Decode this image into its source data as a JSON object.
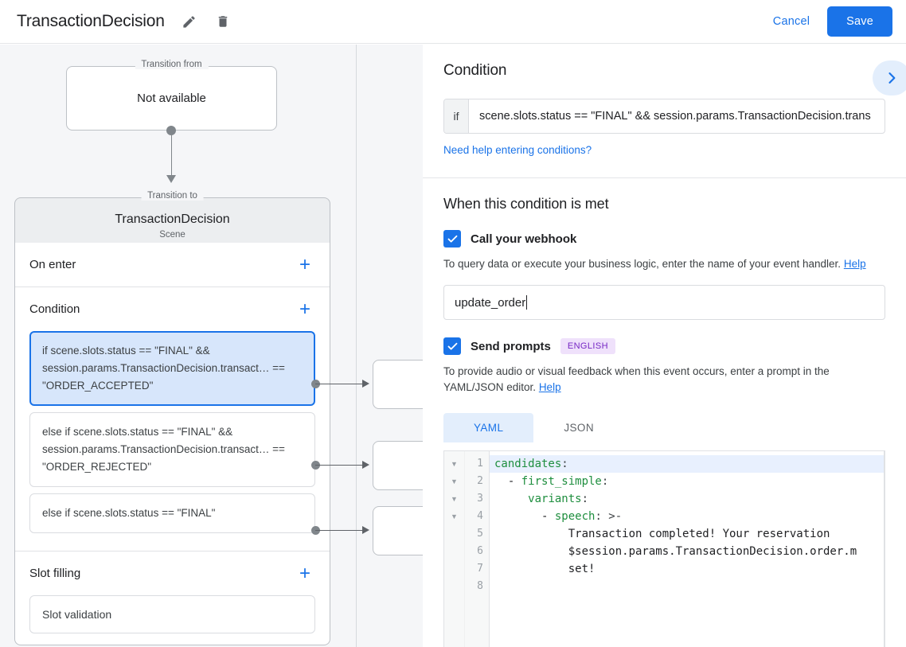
{
  "topbar": {
    "title": "TransactionDecision",
    "edit_icon": "pencil-icon",
    "delete_icon": "trash-icon",
    "cancel_label": "Cancel",
    "save_label": "Save",
    "accent_color": "#1a73e8"
  },
  "graph": {
    "transition_from": {
      "legend": "Transition from",
      "value": "Not available"
    },
    "transition_to": {
      "legend": "Transition to",
      "title": "TransactionDecision",
      "subtitle": "Scene"
    },
    "sections": [
      {
        "title": "On enter",
        "add_label": "+"
      },
      {
        "title": "Condition",
        "add_label": "+"
      },
      {
        "title": "Slot filling",
        "add_label": "+"
      }
    ],
    "conditions": [
      {
        "text": "if scene.slots.status == \"FINAL\" && session.params.TransactionDecision.transact… == \"ORDER_ACCEPTED\"",
        "selected": true
      },
      {
        "text": "else if scene.slots.status == \"FINAL\" && session.params.TransactionDecision.transact… == \"ORDER_REJECTED\"",
        "selected": false
      },
      {
        "text": "else if scene.slots.status == \"FINAL\"",
        "selected": false
      }
    ],
    "slot_filling": [
      {
        "text": "Slot validation"
      }
    ]
  },
  "panel": {
    "title": "Condition",
    "collapse_icon": "chevron-right-icon",
    "condition": {
      "if_label": "if",
      "value": "scene.slots.status == \"FINAL\" && session.params.TransactionDecision.trans",
      "help_link": "Need help entering conditions?"
    },
    "when_met": {
      "title": "When this condition is met",
      "webhook": {
        "checkbox_state": "checked",
        "label": "Call your webhook",
        "description": "To query data or execute your business logic, enter the name of your event handler.",
        "help_label": "Help",
        "input_value": "update_order"
      },
      "prompts": {
        "checkbox_state": "checked",
        "label": "Send prompts",
        "badge": "ENGLISH",
        "description": "To provide audio or visual feedback when this event occurs, enter a prompt in the YAML/JSON editor.",
        "help_label": "Help",
        "tabs": [
          {
            "label": "YAML",
            "active": true
          },
          {
            "label": "JSON",
            "active": false
          }
        ]
      }
    },
    "editor": {
      "line_numbers": [
        "1",
        "2",
        "3",
        "4",
        "5",
        "6",
        "7",
        "8"
      ],
      "fold_arrows": [
        "▼",
        "▼",
        "▼",
        "▼"
      ],
      "lines": [
        {
          "num": "1",
          "key": "candidates",
          "punc": ":",
          "rest": "",
          "indent": "",
          "highlight": true
        },
        {
          "num": "2",
          "key": "first_simple",
          "punc": ":",
          "rest": "",
          "indent": "  - ",
          "highlight": false
        },
        {
          "num": "3",
          "key": "variants",
          "punc": ":",
          "rest": "",
          "indent": "     ",
          "highlight": false
        },
        {
          "num": "4",
          "key": "speech",
          "punc": ": >-",
          "rest": "",
          "indent": "       - ",
          "highlight": false
        },
        {
          "num": "5",
          "key": "",
          "punc": "",
          "rest": "           Transaction completed! Your reservation",
          "indent": "",
          "highlight": false
        },
        {
          "num": "6",
          "key": "",
          "punc": "",
          "rest": "           $session.params.TransactionDecision.order.m",
          "indent": "",
          "highlight": false
        },
        {
          "num": "7",
          "key": "",
          "punc": "",
          "rest": "           set!",
          "indent": "",
          "highlight": false
        },
        {
          "num": "8",
          "key": "",
          "punc": "",
          "rest": "",
          "indent": "",
          "highlight": false
        }
      ]
    }
  }
}
